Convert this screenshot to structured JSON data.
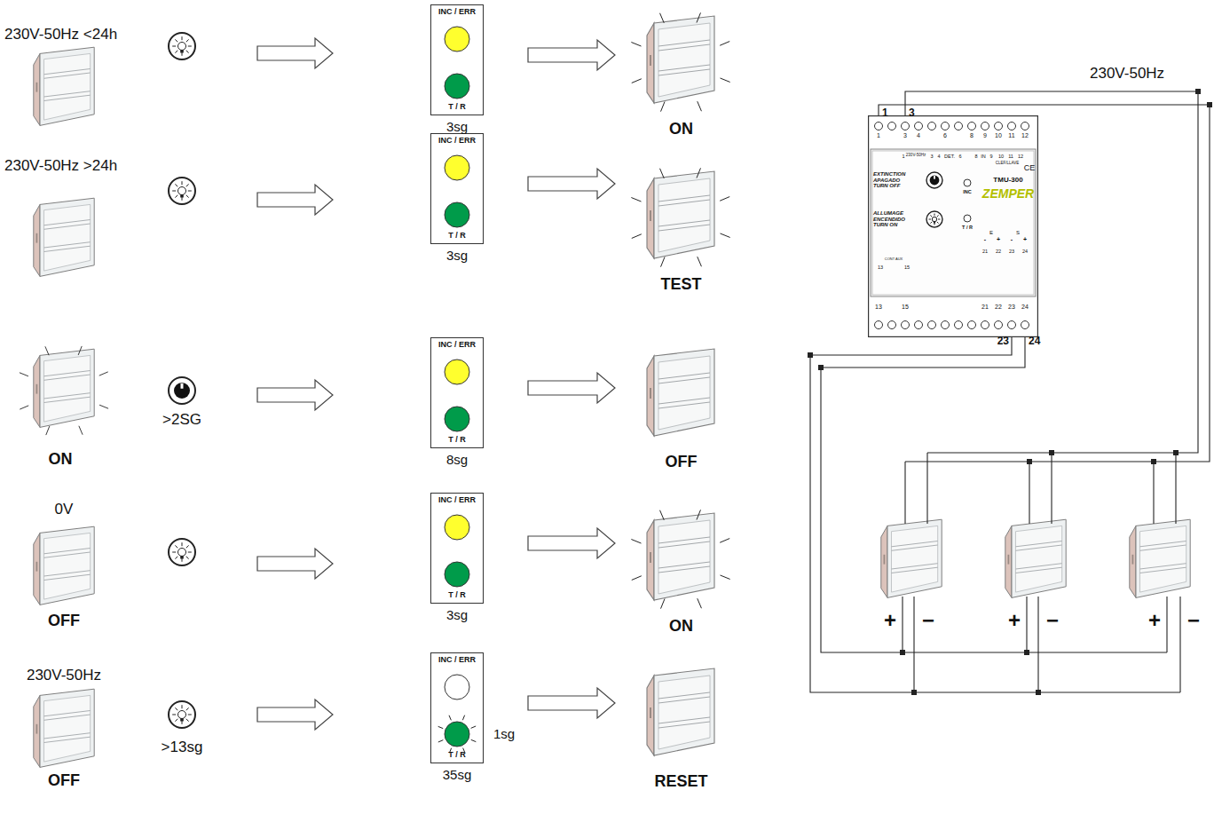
{
  "diagram": {
    "nodes": [
      {
        "text": [
          "INC / ERR",
          "T / R",
          "3sg"
        ]
      },
      {
        "text": [
          "ON"
        ]
      },
      {
        "text": [
          "INC / ERR",
          "T / R",
          "3sg"
        ]
      },
      {
        "text": [
          "TEST"
        ]
      },
      {
        "text": [
          "INC / ERR",
          "T / R",
          "8sg"
        ]
      },
      {
        "text": [
          "OFF"
        ]
      },
      {
        "text": [
          "INC / ERR",
          "T / R",
          "3sg"
        ]
      },
      {
        "text": [
          "ON"
        ]
      },
      {
        "text": [
          "INC / ERR",
          "1sg",
          "T / R",
          "35sg"
        ]
      },
      {
        "text": [
          "RESET"
        ]
      },
      {
        "text": [
          "1",
          "3",
          "4",
          "6",
          "8",
          "9",
          "10",
          "11",
          "12",
          "1",
          "230V-50Hz",
          "3",
          "4",
          "DET.",
          "6",
          "8",
          "IN",
          "9",
          "10",
          "11",
          "12",
          "CLEF/LLAVE",
          "CE",
          "EXTINCTION APAGADO TURN OFF",
          "INC",
          "TMU-300",
          "ZEMPER",
          "ALLUMAGE ENCENDIDO TURN ON",
          "T / R",
          "E",
          "S",
          "-",
          "+",
          "-",
          "+",
          "21",
          "22",
          "23",
          "24",
          "13",
          "CONT AUX",
          "15",
          "13",
          "15",
          "21",
          "22",
          "23",
          "24"
        ]
      }
    ],
    "edges": [
      {
        "from": 0,
        "to": 1,
        "arrow": "to"
      },
      {
        "from": 2,
        "to": 3,
        "arrow": "to"
      },
      {
        "from": 4,
        "to": 5,
        "arrow": "to"
      },
      {
        "from": 6,
        "to": 7,
        "arrow": "to"
      },
      {
        "from": 8,
        "to": 9,
        "arrow": "to"
      }
    ],
    "labels": [
      "230V-50Hz <24h",
      "230V-50Hz >24h",
      "ON",
      "0V",
      "OFF",
      "230V-50Hz",
      "OFF",
      ">2SG",
      ">13sg",
      "230V-50Hz",
      "1",
      "3",
      "23",
      "24",
      "+",
      "−",
      "+",
      "−",
      "+",
      "−"
    ]
  }
}
